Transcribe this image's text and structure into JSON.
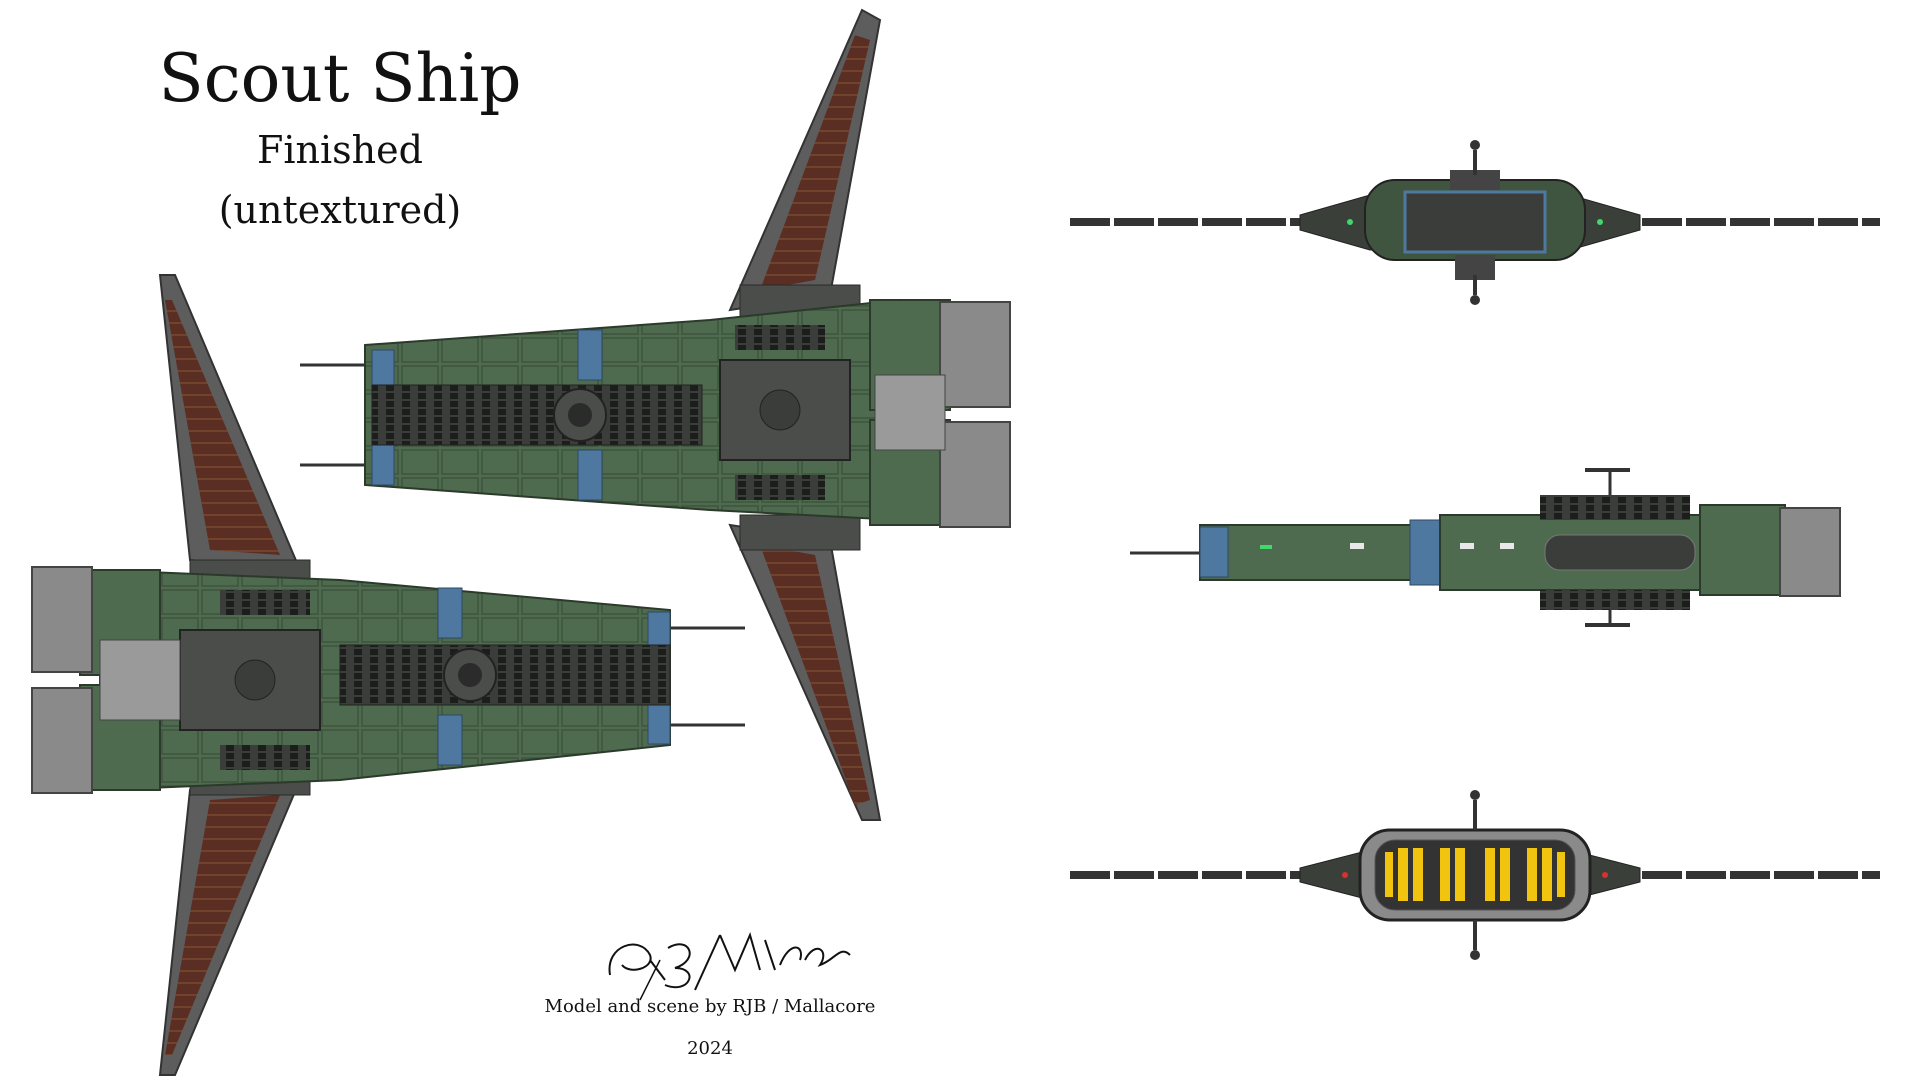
{
  "title": {
    "main": "Scout Ship",
    "line2": "Finished",
    "line3": "(untextured)"
  },
  "signature": "RJB/Mallacore",
  "credit": "Model and scene by RJB / Mallacore",
  "year": "2024",
  "colors": {
    "hull_green": "#4f6b4f",
    "hull_dark": "#3a3f3a",
    "panel_blue": "#4f78a0",
    "wing_brown": "#5a2e22",
    "wing_frame": "#5d5d5d",
    "engine_grey": "#8a8a8a",
    "thruster_yellow": "#f1c40f"
  }
}
